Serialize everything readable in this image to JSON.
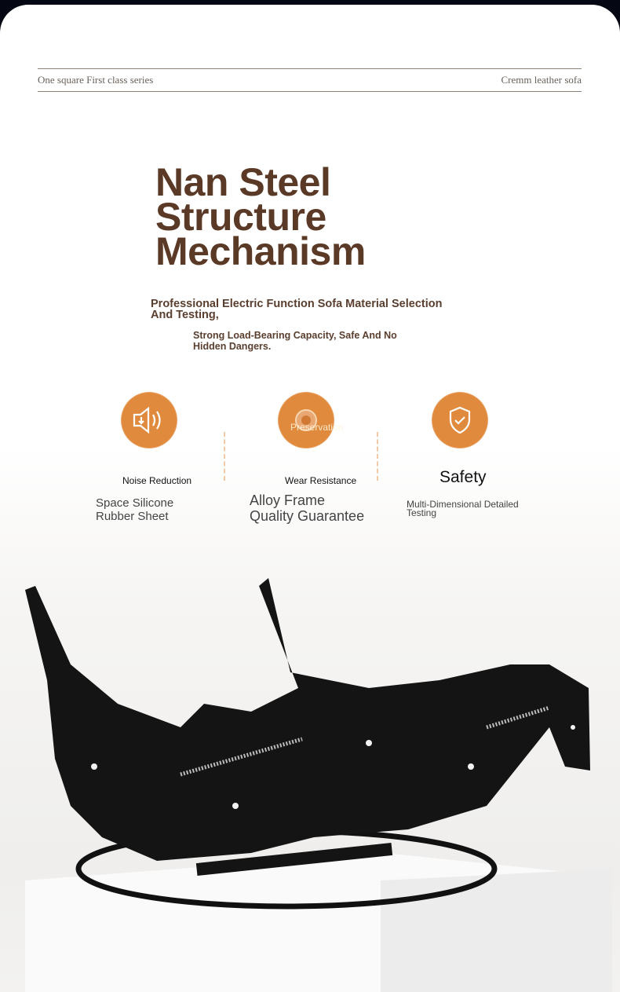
{
  "header": {
    "left": "One square  First class series",
    "right": "Cremm leather sofa"
  },
  "hero": {
    "title_lines": [
      "Nan Steel",
      "Structure",
      "Mechanism"
    ],
    "subtitle": "Professional Electric Function Sofa Material Selection And Testing,",
    "subtitle2": "Strong Load-Bearing Capacity, Safe And No Hidden Dangers."
  },
  "features": [
    {
      "icon": "speaker-icon",
      "label": "Noise Reduction",
      "desc": [
        "Space Silicone",
        "Rubber Sheet"
      ]
    },
    {
      "icon": "preservation-icon",
      "label": "Wear Resistance",
      "overlay": "Preservation",
      "desc": [
        "Alloy Frame",
        "Quality Guarantee"
      ]
    },
    {
      "icon": "shield-check-icon",
      "label": "Safety",
      "desc": [
        "Multi-Dimensional Detailed",
        "Testing"
      ]
    }
  ],
  "colors": {
    "accent": "#e08a3e",
    "title": "#5a3a26"
  }
}
